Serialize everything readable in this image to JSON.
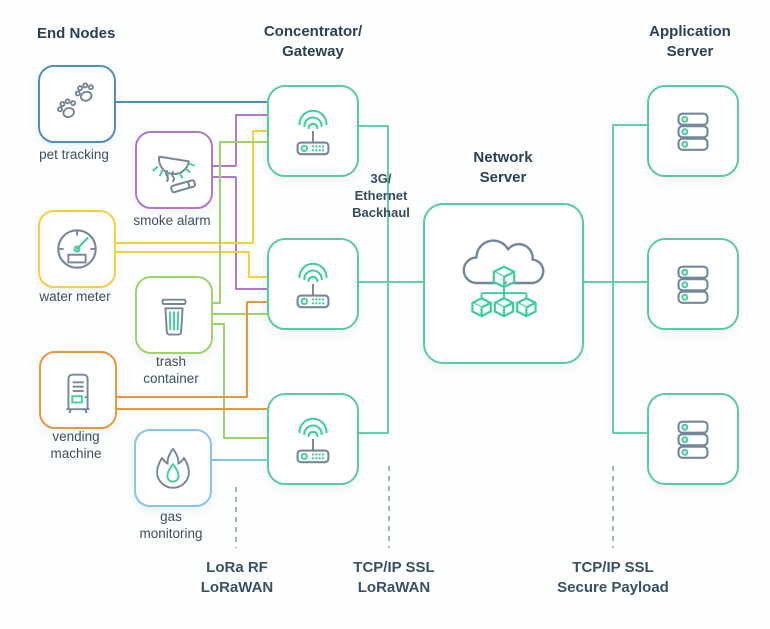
{
  "headers": {
    "end_nodes": "End Nodes",
    "gateway": "Concentrator/\nGateway",
    "network_server": "Network\nServer",
    "application_server": "Application\nServer"
  },
  "end_nodes": [
    {
      "label": "pet tracking",
      "icon": "paw-prints-icon",
      "color": "#4a90c5"
    },
    {
      "label": "smoke alarm",
      "icon": "smoke-detector-icon",
      "color": "#b278cb"
    },
    {
      "label": "water meter",
      "icon": "gauge-icon",
      "color": "#f8ce43"
    },
    {
      "label": "trash\ncontainer",
      "icon": "trash-can-icon",
      "color": "#9ed36b"
    },
    {
      "label": "vending\nmachine",
      "icon": "vending-machine-icon",
      "color": "#e8963f"
    },
    {
      "label": "gas\nmonitoring",
      "icon": "flame-icon",
      "color": "#85c6ea"
    }
  ],
  "backhaul_label": "3G/\nEthernet\nBackhaul",
  "protocols": [
    {
      "label": "LoRa RF\nLoRaWAN"
    },
    {
      "label": "TCP/IP SSL\nLoRaWAN"
    },
    {
      "label": "TCP/IP SSL\nSecure Payload"
    }
  ],
  "connections": [
    {
      "from": "pet tracking",
      "to": "gateway-1"
    },
    {
      "from": "smoke alarm",
      "to": "gateway-1"
    },
    {
      "from": "smoke alarm",
      "to": "gateway-2"
    },
    {
      "from": "water meter",
      "to": "gateway-1"
    },
    {
      "from": "water meter",
      "to": "gateway-2"
    },
    {
      "from": "trash container",
      "to": "gateway-1"
    },
    {
      "from": "trash container",
      "to": "gateway-2"
    },
    {
      "from": "trash container",
      "to": "gateway-3"
    },
    {
      "from": "vending machine",
      "to": "gateway-2"
    },
    {
      "from": "vending machine",
      "to": "gateway-3"
    },
    {
      "from": "gas monitoring",
      "to": "gateway-3"
    },
    {
      "from": "gateway-1",
      "to": "network-server"
    },
    {
      "from": "gateway-2",
      "to": "network-server"
    },
    {
      "from": "gateway-3",
      "to": "network-server"
    },
    {
      "from": "network-server",
      "to": "application-server-1"
    },
    {
      "from": "network-server",
      "to": "application-server-2"
    },
    {
      "from": "network-server",
      "to": "application-server-3"
    }
  ],
  "palette": {
    "blue": "#4a90c5",
    "purple": "#b278cb",
    "yellow": "#f8ce43",
    "green": "#9ed36b",
    "orange": "#e8963f",
    "light_blue": "#85c6ea",
    "mint_wire": "#62d0a9",
    "mint_border": "#57cba2",
    "icon_gray": "#76879a",
    "icon_green": "#3ecf9a",
    "heading_text": "#2e4054",
    "label_text": "#3e4f61",
    "divider_gray": "#a7b2bb"
  }
}
